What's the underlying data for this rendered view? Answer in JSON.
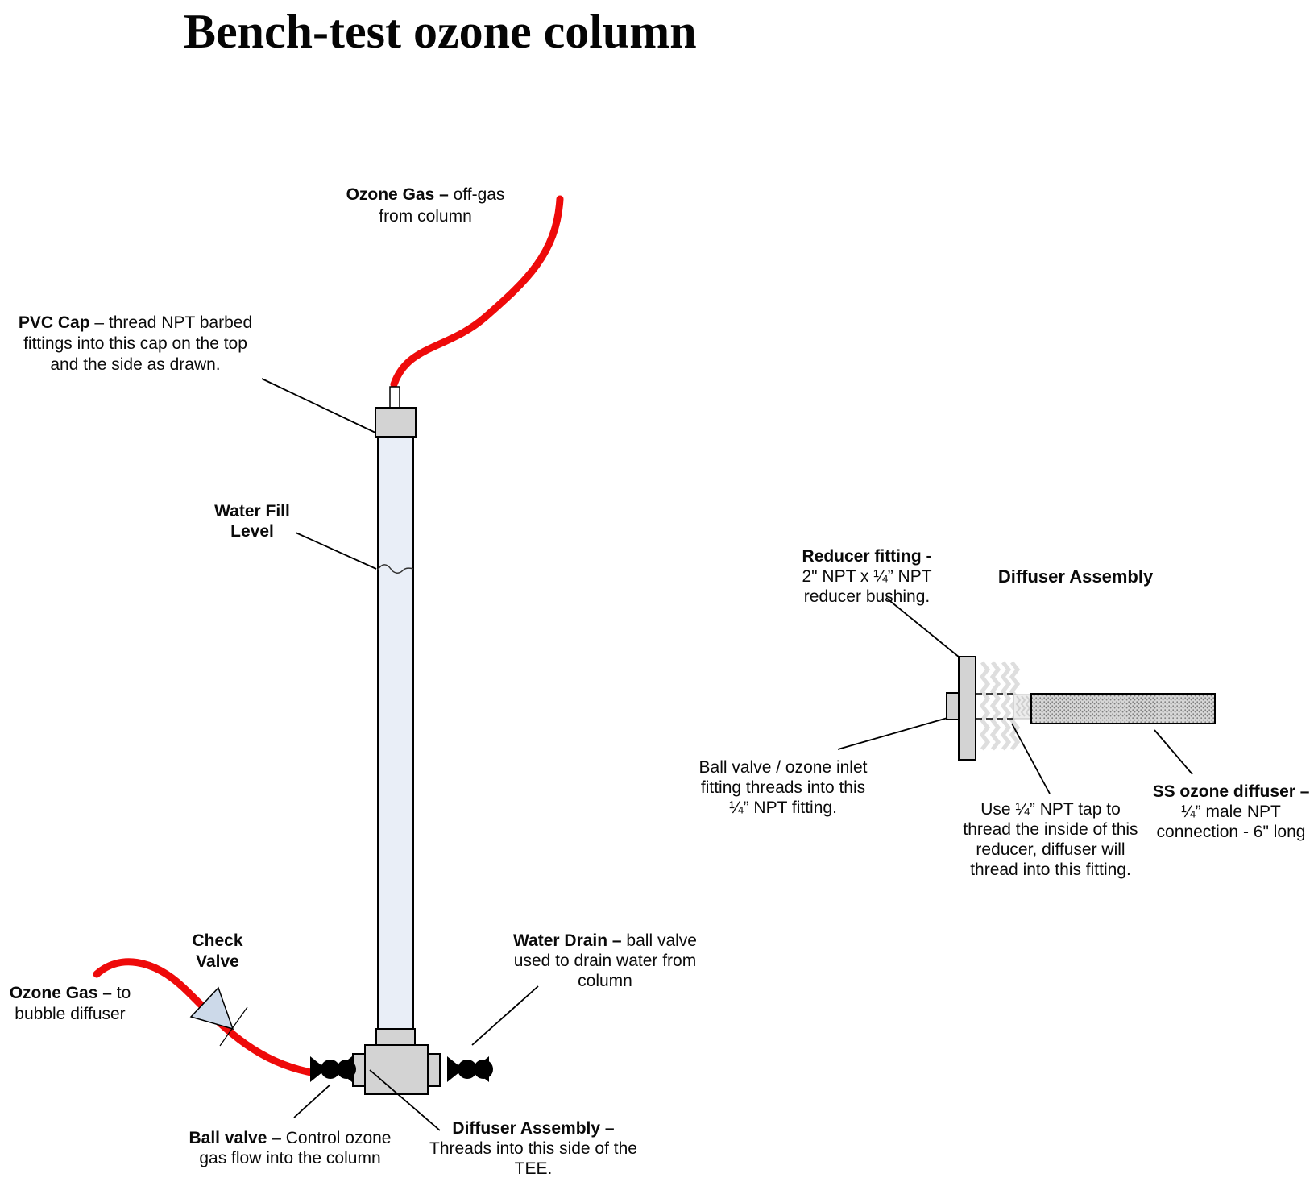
{
  "title": "Bench-test ozone column",
  "colors": {
    "red": "#ee0a0a",
    "column_fill": "#e9eef7",
    "fitting_gray": "#d3d3d3",
    "check_valve_fill": "#ccd9e9"
  },
  "labels": {
    "offgas": {
      "bold": "Ozone Gas –",
      "rest": " off-gas",
      "line2": "from column"
    },
    "pvc_cap": {
      "bold": "PVC Cap",
      "rest": " – thread NPT barbed",
      "line2": "fittings into this cap on the top",
      "line3": "and the side as drawn."
    },
    "water_fill": {
      "line1": "Water Fill",
      "line2": "Level"
    },
    "reducer": {
      "bold": "Reducer fitting -",
      "line2": "2\" NPT x ¼” NPT",
      "line3": "reducer bushing."
    },
    "diffuser_heading": "Diffuser Assembly",
    "ball_valve_inlet": {
      "line1": "Ball valve / ozone inlet",
      "line2": "fitting threads into this",
      "line3": "¼” NPT fitting."
    },
    "use_tap": {
      "line1": "Use ¼” NPT tap to",
      "line2": "thread the inside of this",
      "line3": "reducer, diffuser will",
      "line4": "thread into this fitting."
    },
    "ss_diffuser": {
      "bold": "SS ozone diffuser –",
      "line2": "¼” male NPT",
      "line3": "connection - 6\" long"
    },
    "check_valve": {
      "line1": "Check",
      "line2": "Valve"
    },
    "ozone_to": {
      "bold": "Ozone Gas –",
      "rest": " to",
      "line2": "bubble diffuser"
    },
    "water_drain": {
      "bold": "Water Drain –",
      "rest": " ball valve",
      "line2": "used to drain water from",
      "line3": "column"
    },
    "ball_valve_ctrl": {
      "bold": "Ball valve",
      "rest": " – Control ozone",
      "line2": "gas flow into the column"
    },
    "diffuser_tee": {
      "bold": "Diffuser Assembly –",
      "line2": "Threads into this side of the",
      "line3": "TEE."
    }
  }
}
